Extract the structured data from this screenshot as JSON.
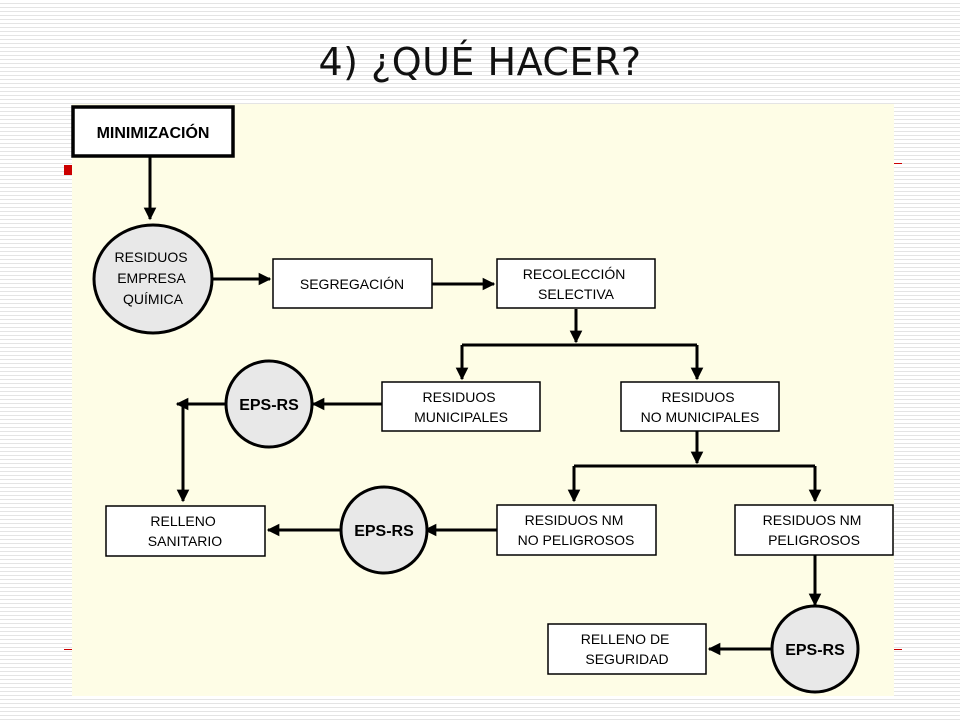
{
  "slide": {
    "title": "4) ¿QUÉ HACER?"
  },
  "diagram": {
    "nodes": {
      "minimizacion": "MINIMIZACIÓN",
      "residuos_empresa": [
        "RESIDUOS",
        "EMPRESA",
        "QUÍMICA"
      ],
      "segregacion": "SEGREGACIÓN",
      "recoleccion": [
        "RECOLECCIÓN",
        "SELECTIVA"
      ],
      "residuos_municipales": [
        "RESIDUOS",
        "MUNICIPALES"
      ],
      "residuos_no_municipales": [
        "RESIDUOS",
        "NO MUNICIPALES"
      ],
      "eps_rs_1": "EPS-RS",
      "relleno_sanitario": [
        "RELLENO",
        "SANITARIO"
      ],
      "eps_rs_2": "EPS-RS",
      "residuos_nm_no_peligrosos": [
        "RESIDUOS NM",
        "NO PELIGROSOS"
      ],
      "residuos_nm_peligrosos": [
        "RESIDUOS NM",
        "PELIGROSOS"
      ],
      "eps_rs_3": "EPS-RS",
      "relleno_seguridad": [
        "RELLENO DE",
        "SEGURIDAD"
      ]
    },
    "colors": {
      "panel_background": "#fefde6",
      "circle_fill": "#e8e8e8",
      "line": "#000000",
      "accent_red": "#cc0000"
    }
  }
}
